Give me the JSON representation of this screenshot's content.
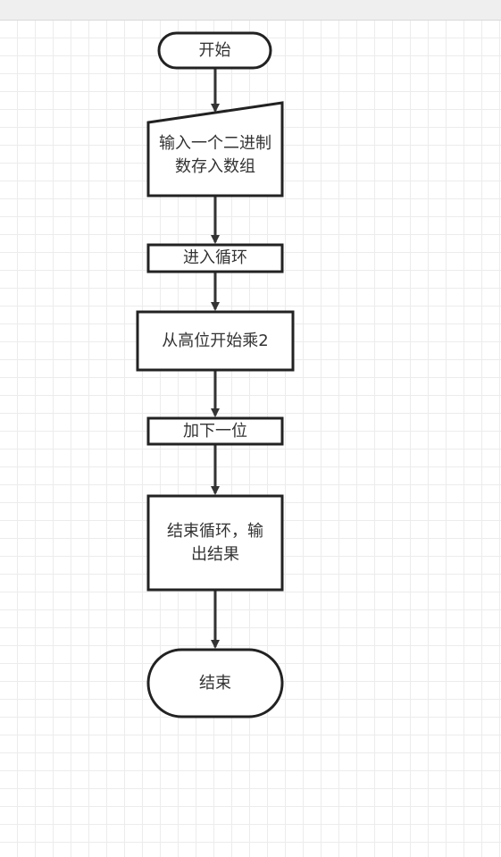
{
  "diagram": {
    "nodes": {
      "start": {
        "type": "terminator",
        "text": "开始"
      },
      "input": {
        "type": "manual-input",
        "text": "输入一个二进制\n数存入数组"
      },
      "loop": {
        "type": "process",
        "text": "进入循环"
      },
      "multiply": {
        "type": "process",
        "text": "从高位开始乘2"
      },
      "add": {
        "type": "process",
        "text": "加下一位"
      },
      "finish": {
        "type": "process",
        "text": "结束循环，输\n出结果"
      },
      "end": {
        "type": "terminator",
        "text": "结束"
      }
    },
    "edges": [
      {
        "from": "start",
        "to": "input"
      },
      {
        "from": "input",
        "to": "loop"
      },
      {
        "from": "loop",
        "to": "multiply"
      },
      {
        "from": "multiply",
        "to": "add"
      },
      {
        "from": "add",
        "to": "finish"
      },
      {
        "from": "finish",
        "to": "end"
      }
    ],
    "colors": {
      "stroke": "#222222",
      "fill": "#ffffff",
      "text": "#333333",
      "grid": "#ececec"
    }
  }
}
